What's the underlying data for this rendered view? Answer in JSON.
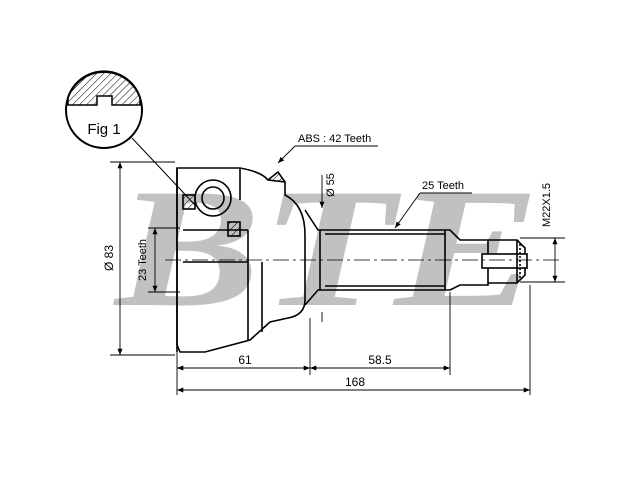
{
  "watermark": "BTE",
  "figure": {
    "label": "Fig 1"
  },
  "dimensions": {
    "outer_diameter": "Ø 83",
    "inner_teeth": "23 Teeth",
    "abs_ring": "ABS : 42 Teeth",
    "shaft_diameter": "Ø 55",
    "outer_spline": "25 Teeth",
    "thread": "M22X1.5",
    "length_joint": "61",
    "length_shaft": "58.5",
    "length_total": "168"
  },
  "colors": {
    "line": "#000000",
    "watermark": "#b7b7b7"
  }
}
